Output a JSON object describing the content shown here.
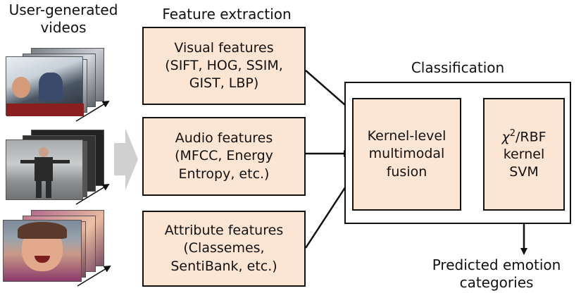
{
  "labels": {
    "videos": "User-generated\nvideos",
    "feature_extraction": "Feature extraction",
    "classification": "Classification",
    "predicted": "Predicted emotion\ncategories"
  },
  "boxes": {
    "visual": "Visual features\n(SIFT, HOG, SSIM,\nGIST, LBP)",
    "audio": "Audio features\n(MFCC, Energy\nEntropy, etc.)",
    "attribute": "Attribute features\n(Classemes,\nSentiBank, etc.)",
    "fusion": "Kernel-level\nmultimodal\nfusion",
    "svm_symbol": "χ",
    "svm_sup": "2",
    "svm_rest": "/RBF\nkernel\nSVM"
  },
  "colors": {
    "box_fill": "#fde5d3",
    "stroke": "#111111",
    "big_arrow": "#d0d0d0"
  }
}
